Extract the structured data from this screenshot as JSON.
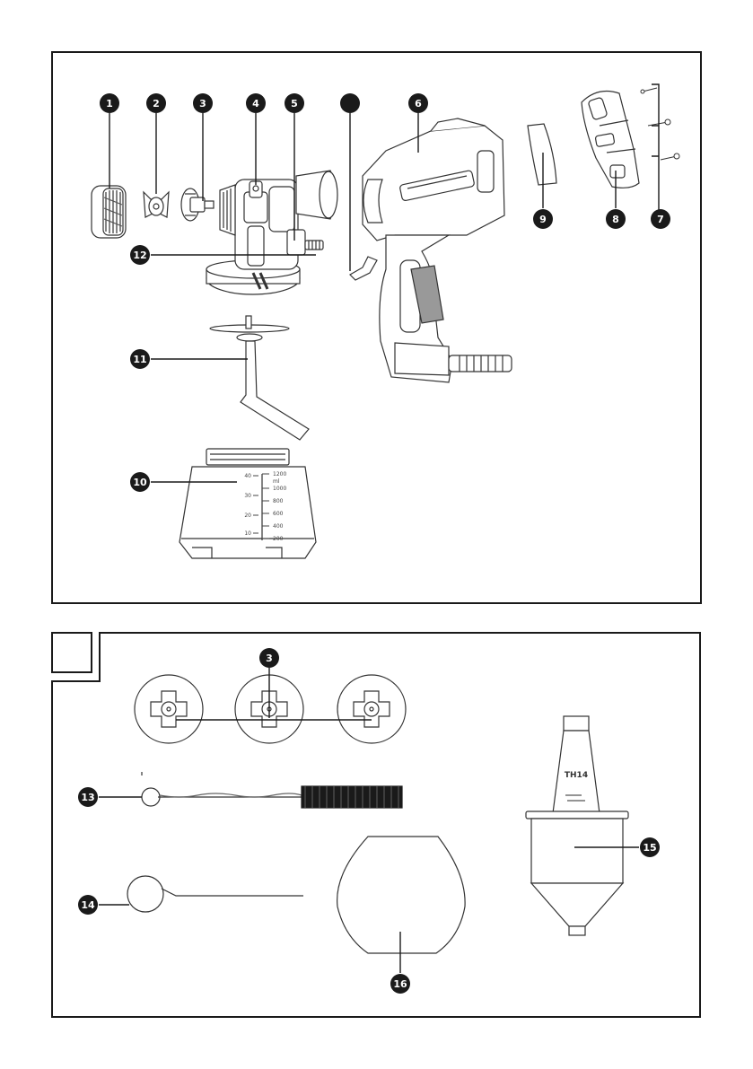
{
  "callouts": {
    "n1": "1",
    "n2": "2",
    "n3": "3",
    "n4": "4",
    "n5": "5",
    "n6": "6",
    "n7": "7",
    "n8": "8",
    "n9": "9",
    "n10": "10",
    "n11": "11",
    "n12": "12",
    "n3b": "3",
    "n13": "13",
    "n14": "14",
    "n15": "15",
    "n16": "16"
  },
  "container_scale": {
    "left": [
      "40",
      "30",
      "20",
      "10"
    ],
    "right": [
      "1200",
      "1000",
      "800",
      "600",
      "400",
      "200"
    ],
    "unit": "ml"
  },
  "cup_label": "TH14",
  "colors": {
    "ink": "#1a1a1a",
    "line": "#333333",
    "fill": "#ffffff",
    "hatch": "#999999"
  }
}
